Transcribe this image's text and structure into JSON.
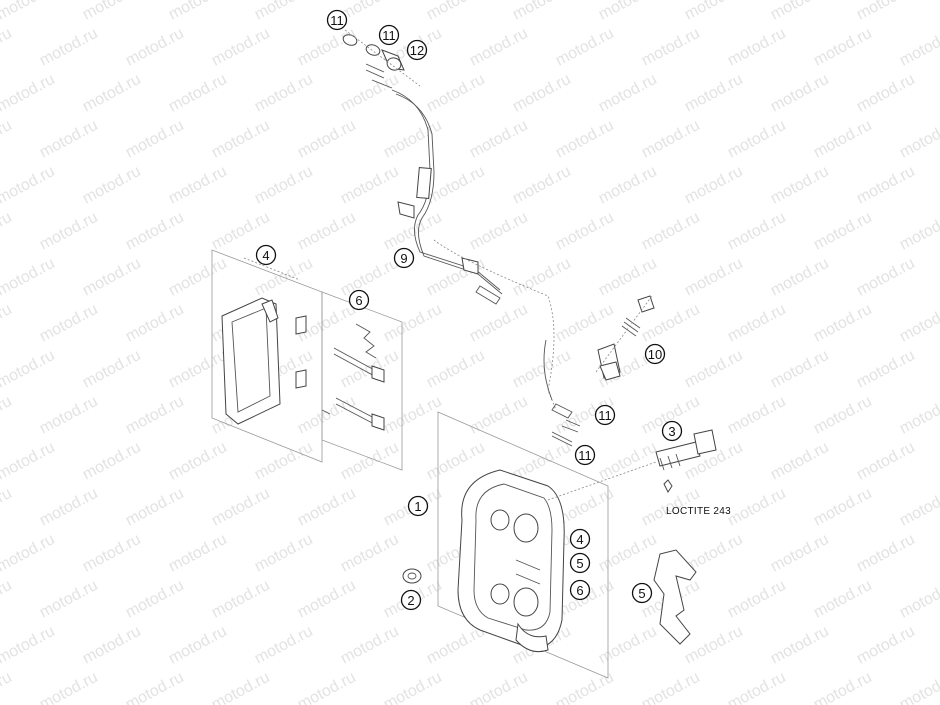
{
  "watermark": {
    "text": "motod.ru",
    "color": "#e3e3e3"
  },
  "callouts": [
    {
      "id": "c11a",
      "label": "11"
    },
    {
      "id": "c11b",
      "label": "11"
    },
    {
      "id": "c12",
      "label": "12"
    },
    {
      "id": "c9",
      "label": "9"
    },
    {
      "id": "c4a",
      "label": "4"
    },
    {
      "id": "c6a",
      "label": "6"
    },
    {
      "id": "c10",
      "label": "10"
    },
    {
      "id": "c11c",
      "label": "11"
    },
    {
      "id": "c11d",
      "label": "11"
    },
    {
      "id": "c3",
      "label": "3"
    },
    {
      "id": "c1",
      "label": "1"
    },
    {
      "id": "c4b",
      "label": "4"
    },
    {
      "id": "c5a",
      "label": "5"
    },
    {
      "id": "c6b",
      "label": "6"
    },
    {
      "id": "c2",
      "label": "2"
    },
    {
      "id": "c5b",
      "label": "5"
    }
  ],
  "note": {
    "text": "LOCTITE 243"
  },
  "colors": {
    "line": "#444444",
    "callout_border": "#111111",
    "background": "#ffffff"
  }
}
